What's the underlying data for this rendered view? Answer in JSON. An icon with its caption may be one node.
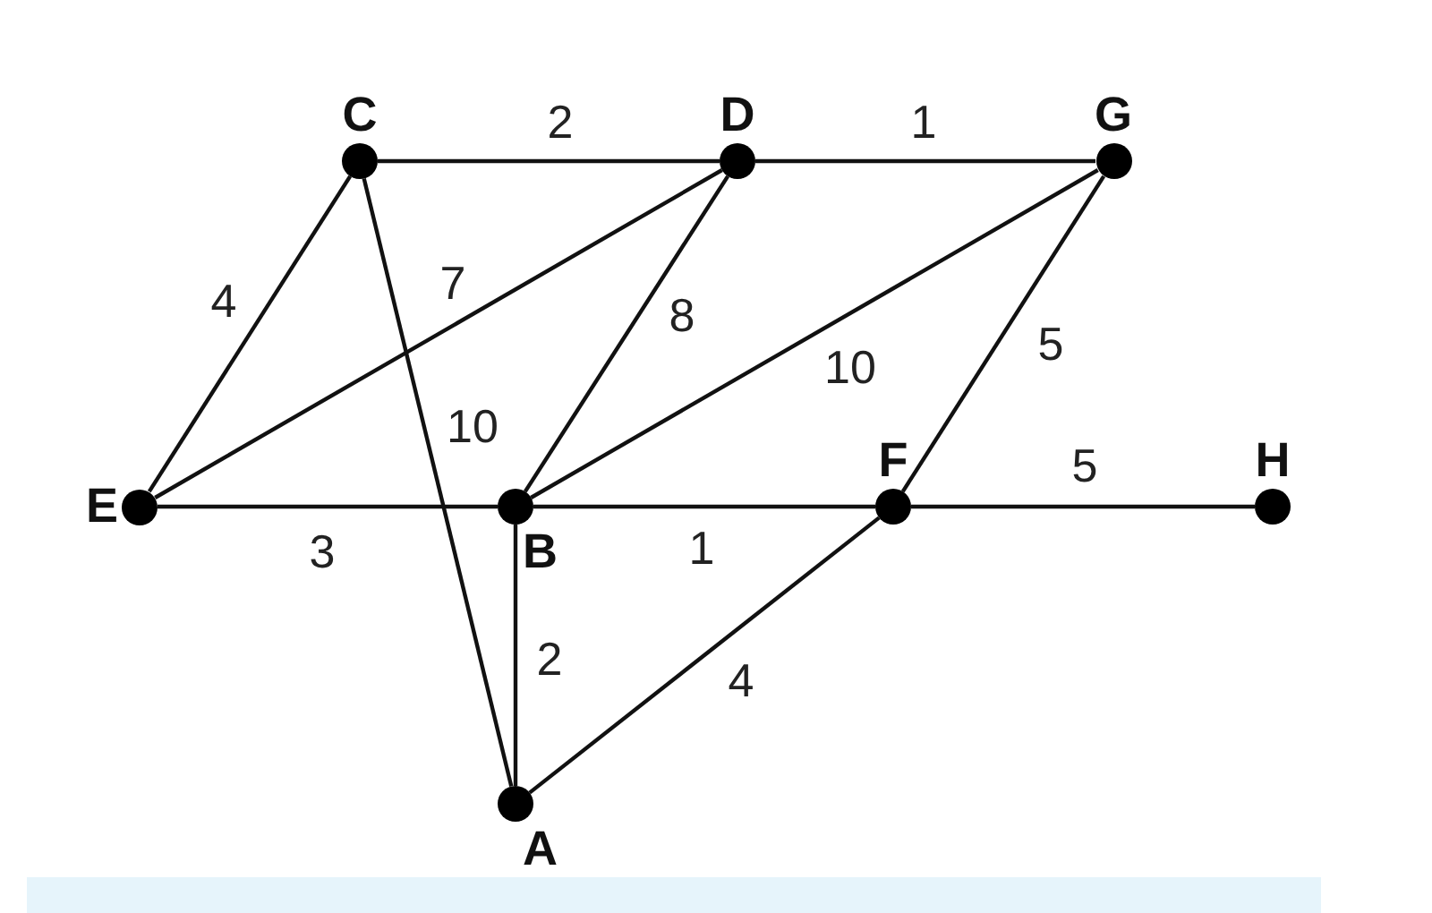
{
  "diagram": {
    "nodes": [
      {
        "text": [
          "C"
        ]
      },
      {
        "text": [
          "D"
        ]
      },
      {
        "text": [
          "G"
        ]
      },
      {
        "text": [
          "E"
        ]
      },
      {
        "text": [
          "B"
        ]
      },
      {
        "text": [
          "F"
        ]
      },
      {
        "text": [
          "H"
        ]
      },
      {
        "text": [
          "A"
        ]
      }
    ],
    "edges": [
      {
        "from": 0,
        "to": 1,
        "arrow": "none",
        "label": "2"
      },
      {
        "from": 1,
        "to": 2,
        "arrow": "none",
        "label": "1"
      },
      {
        "from": 0,
        "to": 3,
        "arrow": "none",
        "label": "4"
      },
      {
        "from": 3,
        "to": 1,
        "arrow": "none",
        "label": "7"
      },
      {
        "from": 0,
        "to": 7,
        "arrow": "none",
        "label": "10"
      },
      {
        "from": 1,
        "to": 4,
        "arrow": "none",
        "label": "8"
      },
      {
        "from": 4,
        "to": 2,
        "arrow": "none",
        "label": "10"
      },
      {
        "from": 2,
        "to": 5,
        "arrow": "none",
        "label": "5"
      },
      {
        "from": 3,
        "to": 4,
        "arrow": "none",
        "label": "3"
      },
      {
        "from": 4,
        "to": 5,
        "arrow": "none",
        "label": "1"
      },
      {
        "from": 5,
        "to": 6,
        "arrow": "none",
        "label": "5"
      },
      {
        "from": 4,
        "to": 7,
        "arrow": "none",
        "label": "2"
      },
      {
        "from": 7,
        "to": 5,
        "arrow": "none",
        "label": "4"
      }
    ]
  }
}
